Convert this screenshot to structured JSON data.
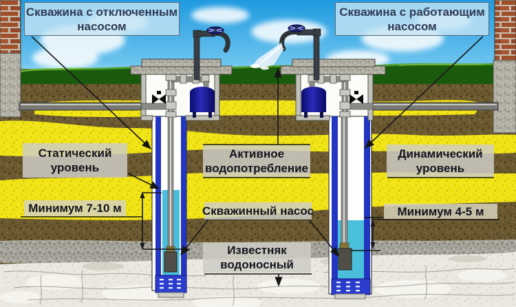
{
  "diagram": {
    "type": "well-pumping-scheme",
    "language": "ru"
  },
  "labels": {
    "well_off": {
      "line1": "Скважина с отключенным",
      "line2": "насосом"
    },
    "well_on": {
      "line1": "Скважина с работающим",
      "line2": "насосом"
    },
    "static_level": {
      "line1": "Статический",
      "line2": "уровень"
    },
    "dynamic_level": {
      "line1": "Динамический",
      "line2": "уровень"
    },
    "active_consumption": {
      "line1": "Активное",
      "line2": "водопотребление"
    },
    "min_left": "Минимум 7-10 м",
    "min_right": "Минимум 4-5 м",
    "borehole_pump": "Скважинный насос",
    "limestone": {
      "line1": "Известняк",
      "line2": "водоносный"
    }
  },
  "colors": {
    "sky_top": "#1f9ae0",
    "sky_horizon": "#c8ecfa",
    "grass": "#1a5a0c",
    "soil_brown": "#6a5930",
    "sand_yellow": "#f0e316",
    "gravel_gray": "#a6a49a",
    "limestone_white": "#eae8e0",
    "casing_blue": "#2336c2",
    "water_cyan": "#4abfdc",
    "tank_navy": "#14148c",
    "label_blue_bg": "#c6e5f5",
    "label_gray_bg": "#cecdc4",
    "annotation": "#161616"
  }
}
